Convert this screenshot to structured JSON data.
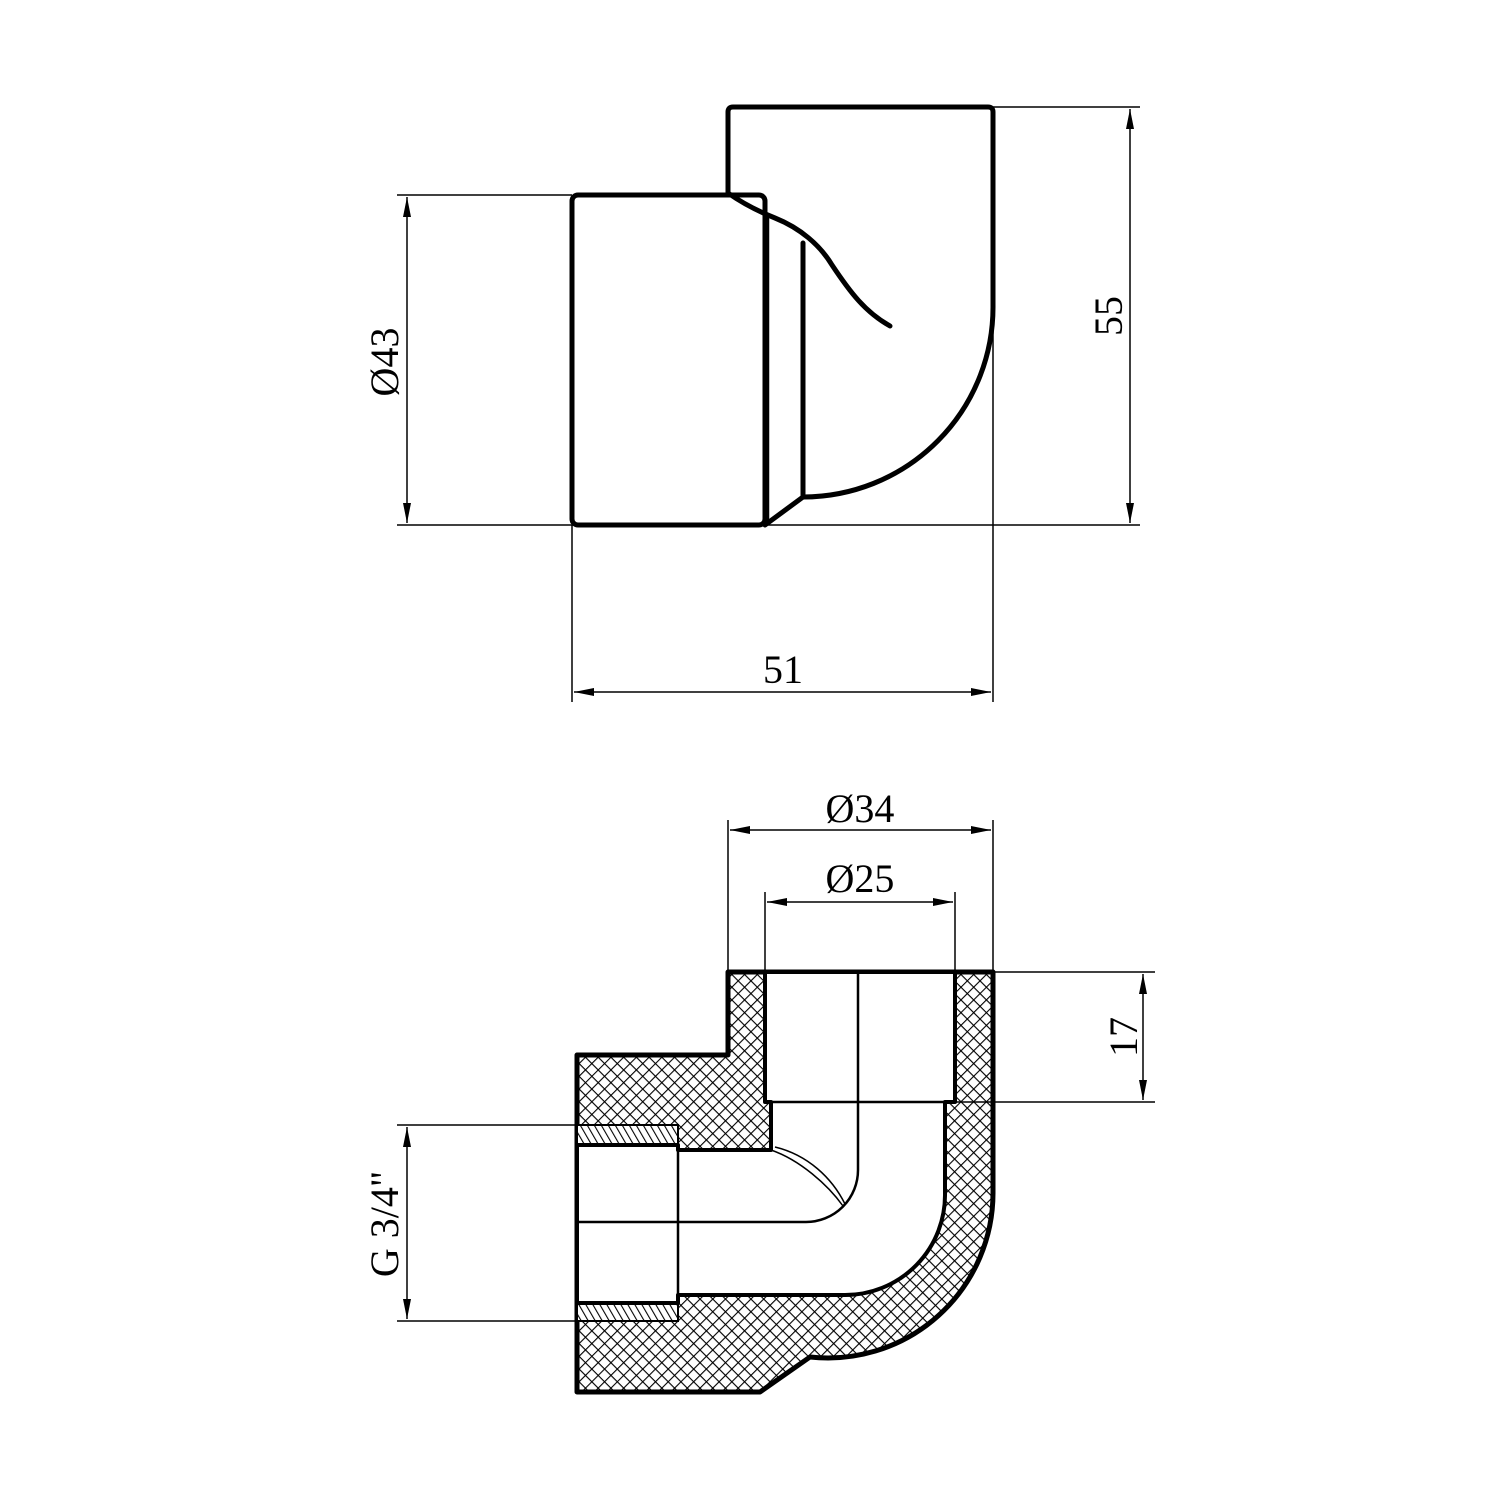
{
  "drawing": {
    "title": "90° elbow with female thread",
    "top_view": {
      "dim_diameter": "Ø43",
      "dim_height": "55",
      "dim_length": "51"
    },
    "section_view": {
      "dim_outer_diameter": "Ø34",
      "dim_inner_diameter": "Ø25",
      "dim_socket_depth": "17",
      "dim_thread": "G 3/4\""
    },
    "colors": {
      "line": "#000000",
      "background": "#ffffff"
    }
  }
}
